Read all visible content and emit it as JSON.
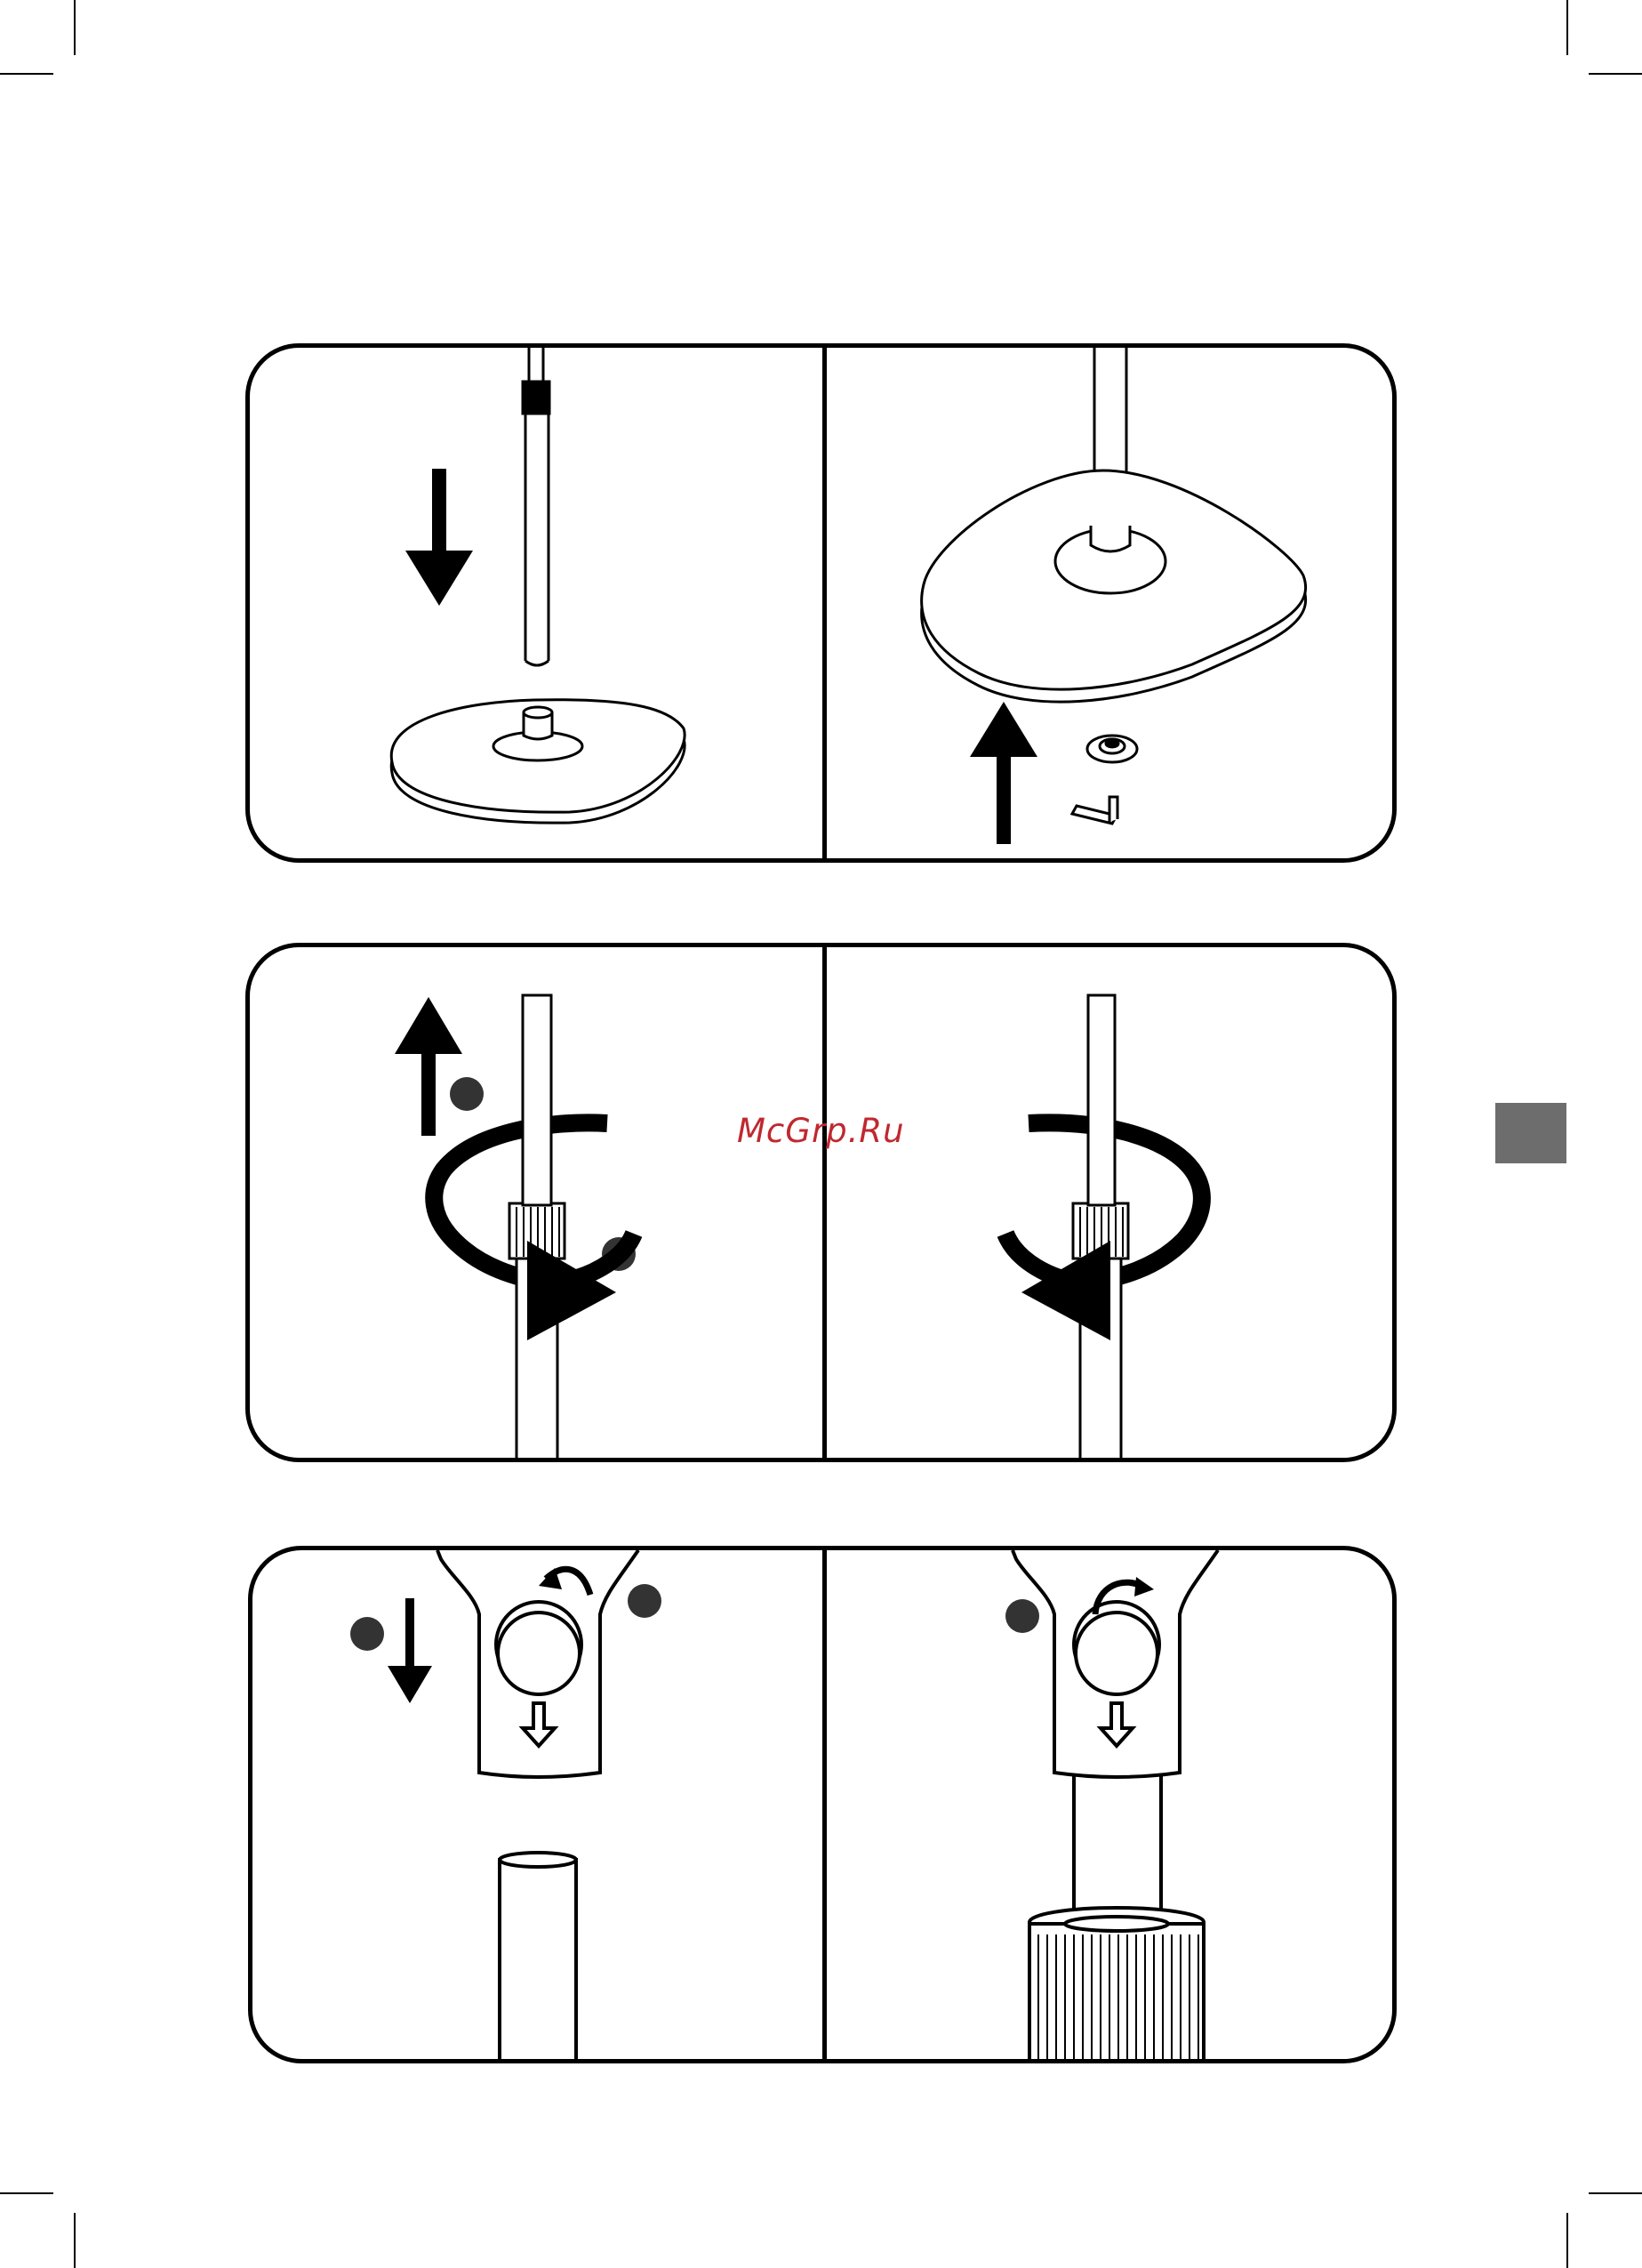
{
  "watermark": {
    "text": "McGrp.Ru",
    "color": "#c0282f"
  },
  "side_tab": {
    "color": "#6d6d6d"
  },
  "panels": [
    {
      "step": "attach-pole-to-base",
      "left_icons": [
        "down-arrow-icon",
        "pole",
        "fan-base"
      ],
      "right_icons": [
        "up-arrow-icon",
        "fan-base-underside",
        "screw",
        "hex-key-icon"
      ]
    },
    {
      "step": "height-adjust",
      "left_icons": [
        "up-arrow-icon",
        "clockwise-rotate-arrow-icon",
        "marker-1",
        "marker-2"
      ],
      "right_icons": [
        "counterclockwise-rotate-arrow-icon"
      ]
    },
    {
      "step": "attach-head-to-pole",
      "left_icons": [
        "down-arrow-icon",
        "knob",
        "marker-1",
        "marker-2"
      ],
      "right_icons": [
        "knob",
        "marker-1",
        "knurled-collar"
      ]
    }
  ]
}
